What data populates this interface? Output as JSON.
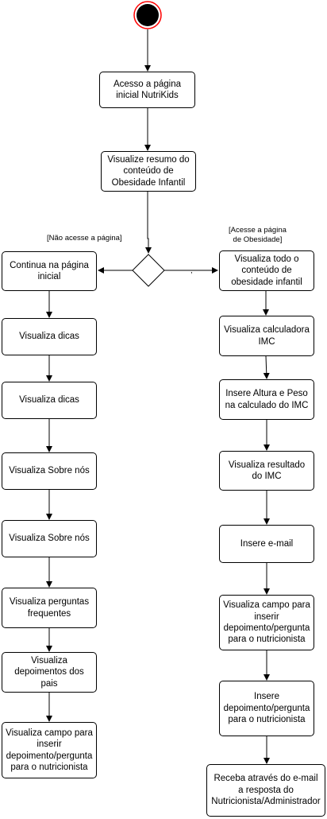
{
  "top_nodes": {
    "n1": "Acesso a página inicial NutriKids",
    "n2": "Visualize resumo do conteúdo de Obesidade Infantil"
  },
  "guards": {
    "left": "[Não acesse a página]",
    "right_line1": "[Acesse a página",
    "right_line2": "de Obesidade]",
    "tick": ","
  },
  "left_column": [
    "Continua na página inicial",
    "Visualiza dicas",
    "Visualiza dicas",
    "Visualiza Sobre nós",
    "Visualiza Sobre nós",
    "Visualiza perguntas frequentes",
    "Visualiza depoimentos dos pais",
    "Visualiza campo para inserir depoimento/pergunta para o nutricionista"
  ],
  "right_column": [
    "Visualiza todo o conteúdo de obesidade infantil",
    "Visualiza calculadora IMC",
    "Insere Altura e Peso na calculado do IMC",
    "Visualiza resultado do IMC",
    "Insere e-mail",
    "Visualiza campo para inserir depoimento/pergunta para o nutricionista",
    "Insere depoimento/pergunta para o nutricionista",
    "Receba através do e-mail a resposta do Nutricionista/Administrador"
  ],
  "colors": {
    "start_fill": "#000000",
    "start_ring": "#ff0000",
    "stroke": "#000000"
  }
}
